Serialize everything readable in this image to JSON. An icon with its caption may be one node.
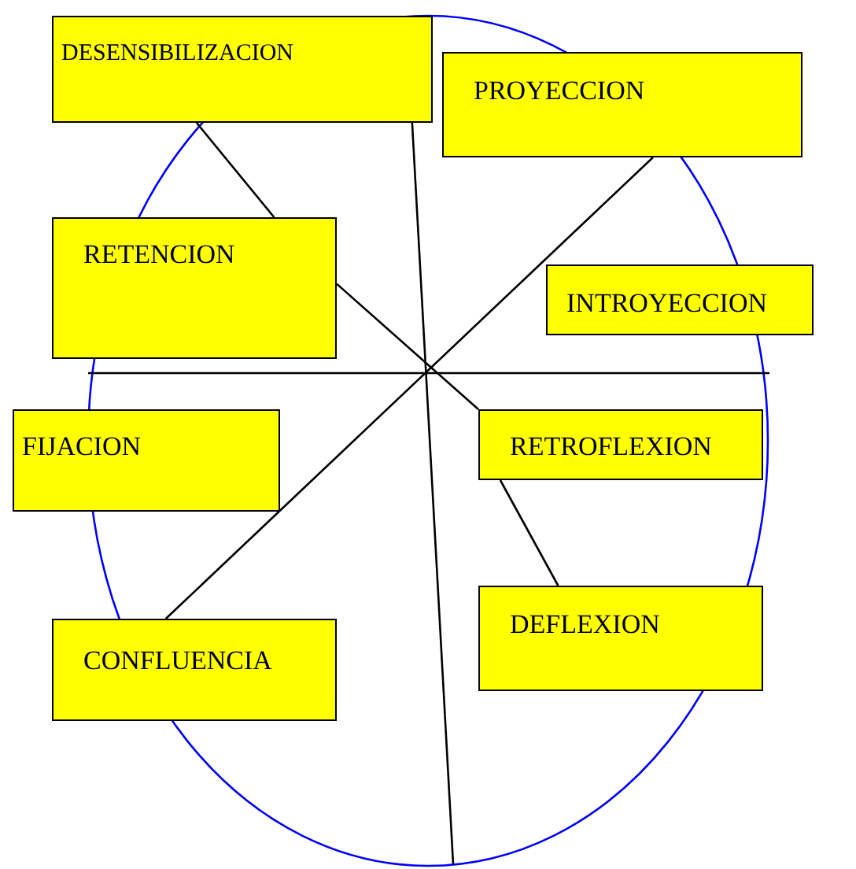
{
  "diagram": {
    "nodes": [
      {
        "text": [
          "DESENSIBILIZACION"
        ]
      },
      {
        "text": [
          "PROYECCION"
        ]
      },
      {
        "text": [
          "RETENCION"
        ]
      },
      {
        "text": [
          "INTROYECCION"
        ]
      },
      {
        "text": [
          "FIJACION"
        ]
      },
      {
        "text": [
          "RETROFLEXION"
        ]
      },
      {
        "text": [
          "CONFLUENCIA"
        ]
      },
      {
        "text": [
          "DEFLEXION"
        ]
      }
    ],
    "edges": [
      {
        "from": 0,
        "to": 2,
        "arrow": "none"
      },
      {
        "from": 2,
        "to": 5,
        "arrow": "none"
      },
      {
        "from": 5,
        "to": 7,
        "arrow": "none"
      },
      {
        "from": 1,
        "to": 6,
        "arrow": "none"
      },
      {
        "from": 0,
        "to": null,
        "arrow": "none"
      }
    ]
  }
}
